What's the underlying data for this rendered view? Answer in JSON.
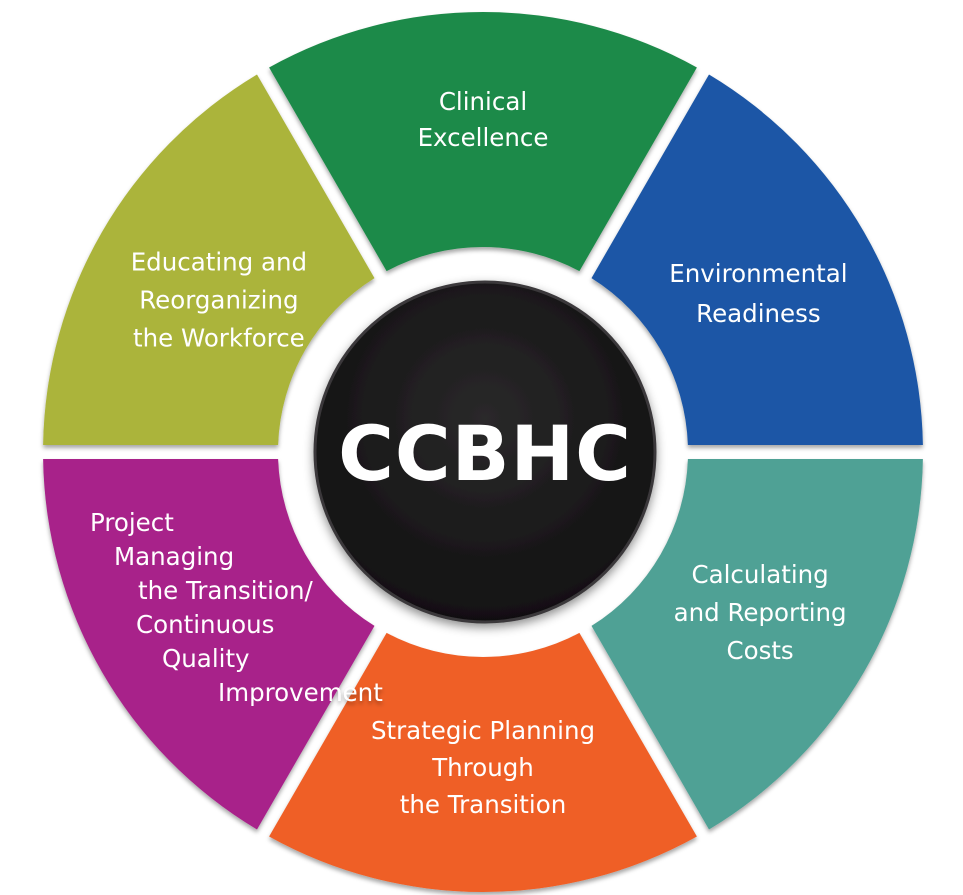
{
  "hub": {
    "label": "CCBHC",
    "color": "#1c1b1c"
  },
  "segments": [
    {
      "id": "clinical-excellence",
      "color": "#1f8a48",
      "lines": [
        "Clinical",
        "Excellence"
      ]
    },
    {
      "id": "environmental-readiness",
      "color": "#1a57a6",
      "lines": [
        "Environmental",
        "Readiness"
      ]
    },
    {
      "id": "calculating-reporting-costs",
      "color": "#4fa195",
      "lines": [
        "Calculating",
        "and Reporting",
        "Costs"
      ]
    },
    {
      "id": "strategic-planning",
      "color": "#ef5f26",
      "lines": [
        "Strategic Planning",
        "Through",
        "the Transition"
      ]
    },
    {
      "id": "project-managing",
      "color": "#a8228a",
      "lines": [
        "Project",
        "Managing",
        "the Transition/",
        "Continuous",
        "Quality",
        "Improvement"
      ]
    },
    {
      "id": "educating-workforce",
      "color": "#abb43a",
      "lines": [
        "Educating and",
        "Reorganizing",
        "the Workforce"
      ]
    }
  ]
}
